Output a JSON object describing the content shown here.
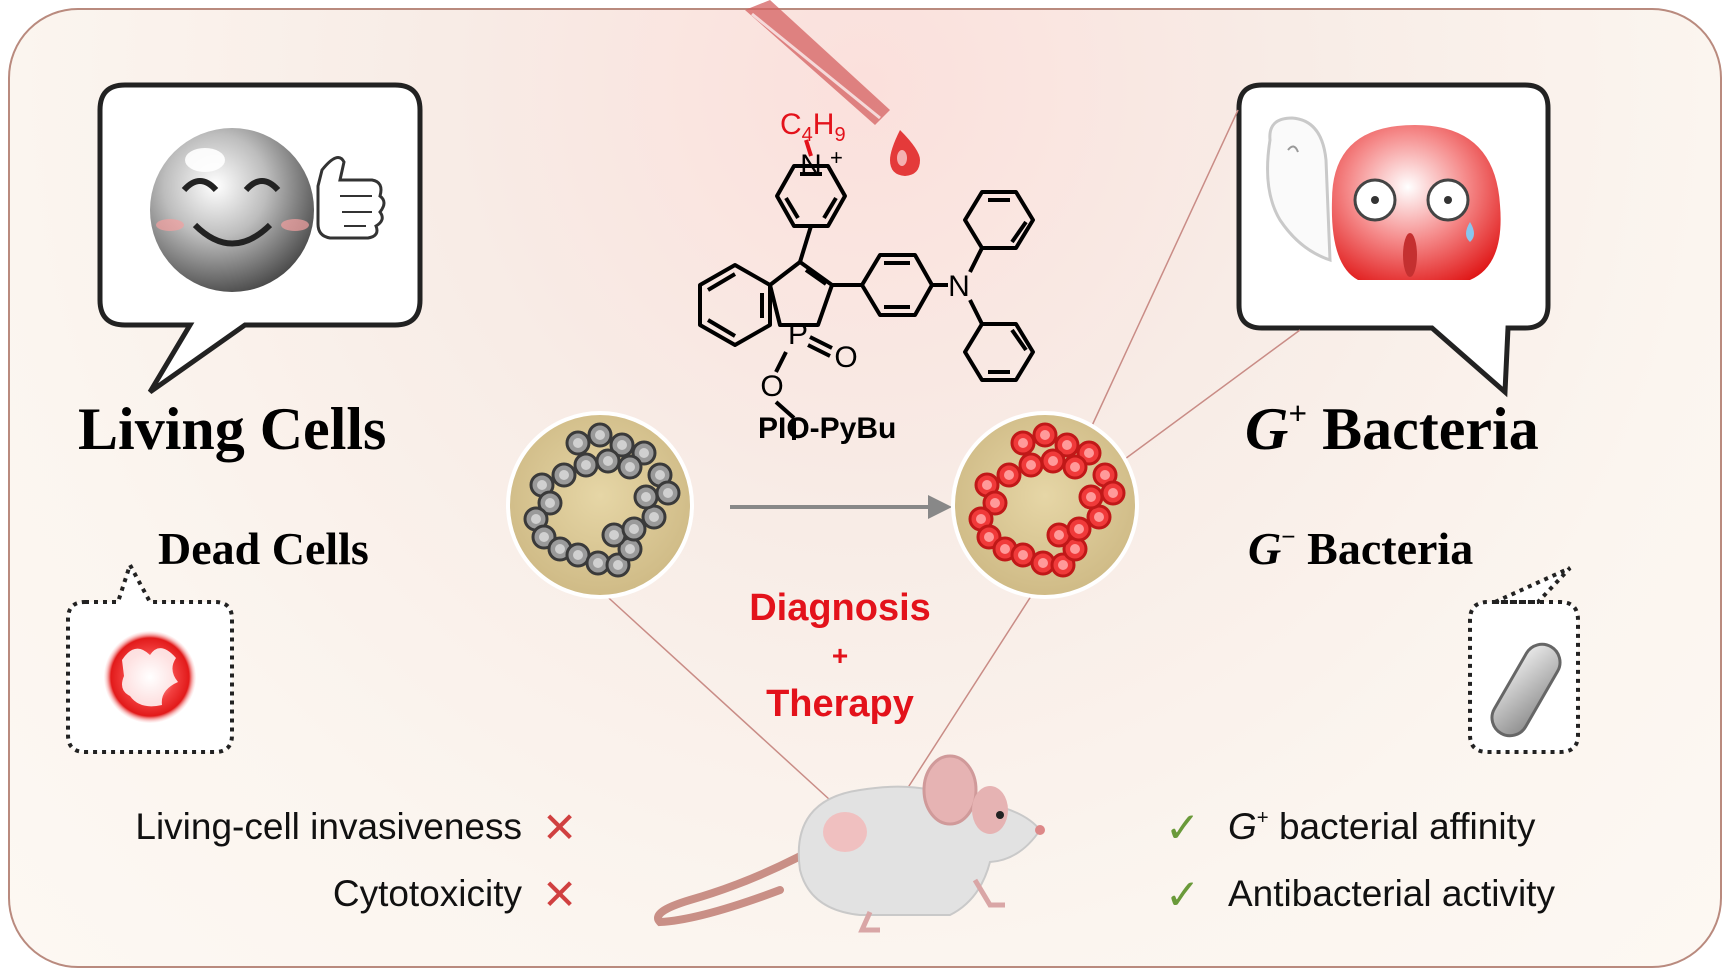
{
  "labels": {
    "living_cells": "Living Cells",
    "dead_cells": "Dead Cells",
    "g_plus_prefix": "G",
    "g_plus_sup": "+",
    "g_plus_rest": " Bacteria",
    "g_minus_prefix": "G",
    "g_minus_sup": "−",
    "g_minus_rest": " Bacteria",
    "compound": "PIO-PyBu",
    "c4": "C",
    "c4_sub1": "4",
    "h9": "H",
    "h9_sub": "9",
    "diagnosis": "Diagnosis",
    "plus": "+",
    "therapy": "Therapy"
  },
  "properties": {
    "left": [
      {
        "text": "Living-cell invasiveness",
        "mark": "✕"
      },
      {
        "text": "Cytotoxicity",
        "mark": "✕"
      }
    ],
    "right": [
      {
        "prefix": "G",
        "sup": "+",
        "text": " bacterial affinity",
        "mark": "✓"
      },
      {
        "text": "Antibacterial activity",
        "mark": "✓"
      }
    ]
  },
  "structure_atoms": {
    "n_plus": "N",
    "n_charge": "+",
    "n_amine": "N",
    "p": "P",
    "o_double": "O",
    "o_ester": "O"
  },
  "icons": {
    "smiley": "smiling-cell-icon",
    "thumb": "thumbs-up-icon",
    "scared": "scared-bacterium-icon",
    "ghost": "ghost-icon",
    "dead_cell": "red-dead-cell-icon",
    "rod": "rod-bacterium-icon",
    "dropper": "dropper-icon",
    "mouse": "mouse-icon"
  },
  "colors": {
    "accent_red": "#e3121b",
    "cross": "#d04040",
    "check": "#6a9a3a"
  }
}
